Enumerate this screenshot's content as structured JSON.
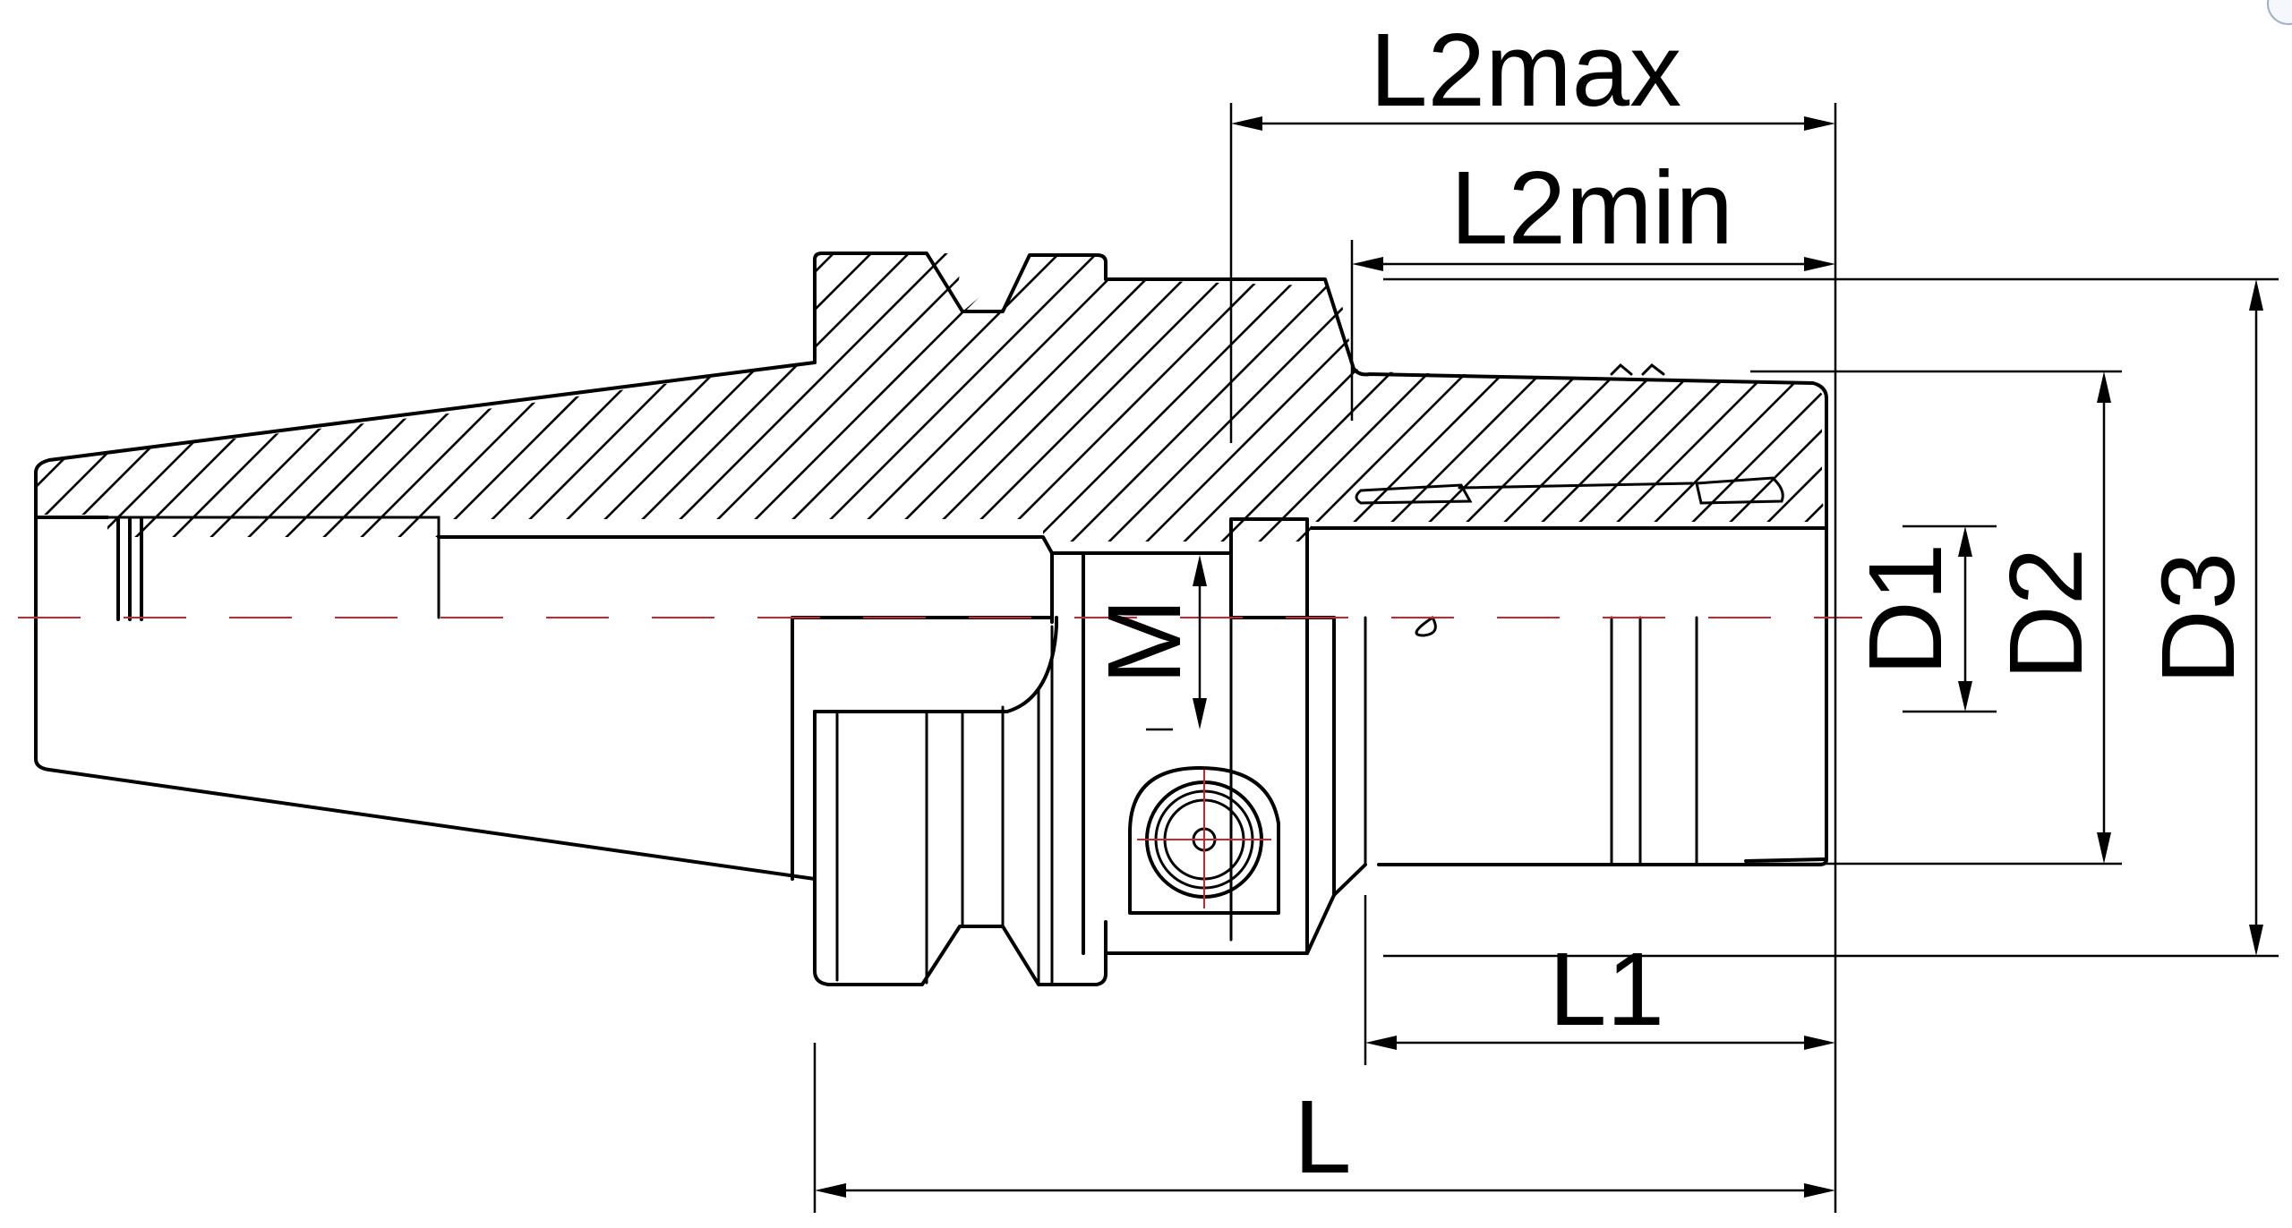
{
  "labels": {
    "l2max": "L2max",
    "l2min": "L2min",
    "l1": "L1",
    "l": "L",
    "d1": "D1",
    "d2": "D2",
    "d3": "D3",
    "m": "M"
  },
  "colors": {
    "line": "#000000",
    "centerline": "#c8262d",
    "background": "#ffffff"
  }
}
